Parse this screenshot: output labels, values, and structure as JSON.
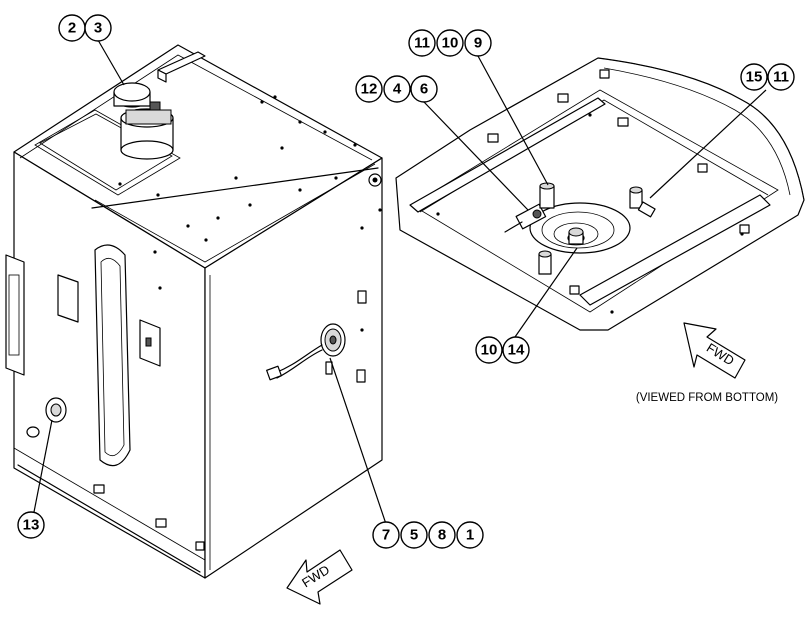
{
  "callouts": {
    "c2": "2",
    "c3": "3",
    "c11a": "11",
    "c10a": "10",
    "c9": "9",
    "c12": "12",
    "c4": "4",
    "c6": "6",
    "c15": "15",
    "c11b": "11",
    "c10b": "10",
    "c14": "14",
    "c13": "13",
    "c7": "7",
    "c5": "5",
    "c8": "8",
    "c1": "1"
  },
  "arrows": {
    "fwd_left": "FWD",
    "fwd_right": "FWD"
  },
  "notes": {
    "viewed_from_bottom": "(VIEWED FROM BOTTOM)"
  }
}
